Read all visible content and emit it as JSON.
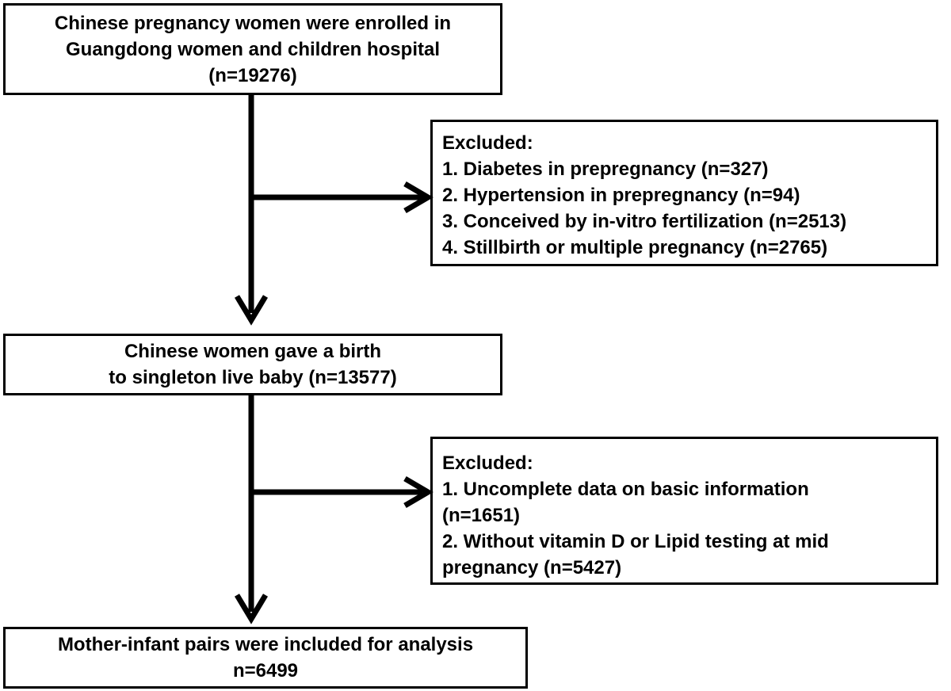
{
  "nodes": {
    "enrolled": {
      "lines": [
        "Chinese pregnancy women were  enrolled in",
        "Guangdong women and children hospital",
        "(n=19276)"
      ]
    },
    "exclusion1": {
      "lines": [
        "Excluded:",
        "1. Diabetes in prepregnancy (n=327)",
        "2. Hypertension in prepregnancy  (n=94)",
        "3. Conceived by in-vitro fertilization (n=2513)",
        "4. Stillbirth or multiple pregnancy (n=2765)"
      ]
    },
    "singleton": {
      "lines": [
        "Chinese women gave a birth",
        "to singleton live baby (n=13577)"
      ]
    },
    "exclusion2": {
      "lines": [
        "Excluded:",
        "1. Uncomplete data on basic information",
        "(n=1651)",
        "2. Without vitamin D or Lipid testing at mid",
        "pregnancy (n=5427)"
      ]
    },
    "included": {
      "lines": [
        "Mother-infant pairs were included for analysis",
        "n=6499"
      ]
    }
  },
  "edges": [
    {
      "from": "enrolled",
      "to": "singleton"
    },
    {
      "from": "enrolled",
      "to": "exclusion1"
    },
    {
      "from": "singleton",
      "to": "included"
    },
    {
      "from": "singleton",
      "to": "exclusion2"
    }
  ],
  "colors": {
    "stroke": "#000000",
    "background": "#ffffff"
  }
}
